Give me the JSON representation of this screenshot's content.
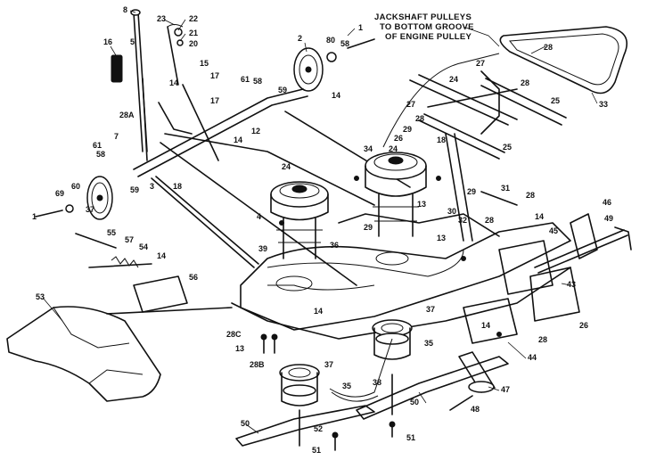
{
  "note": {
    "line1": "JACKSHAFT PULLEYS",
    "line2": "TO BOTTOM GROOVE",
    "line3": "OF ENGINE PULLEY"
  },
  "callouts": [
    {
      "id": "c8",
      "text": "8"
    },
    {
      "id": "c23",
      "text": "23"
    },
    {
      "id": "c22",
      "text": "22"
    },
    {
      "id": "c21",
      "text": "21"
    },
    {
      "id": "c20",
      "text": "20"
    },
    {
      "id": "c16",
      "text": "16"
    },
    {
      "id": "c5",
      "text": "5"
    },
    {
      "id": "c15",
      "text": "15"
    },
    {
      "id": "c14a",
      "text": "14"
    },
    {
      "id": "c17a",
      "text": "17"
    },
    {
      "id": "c17b",
      "text": "17"
    },
    {
      "id": "c61a",
      "text": "61"
    },
    {
      "id": "c58a",
      "text": "58"
    },
    {
      "id": "c59a",
      "text": "59"
    },
    {
      "id": "c28a",
      "text": "28A"
    },
    {
      "id": "c7",
      "text": "7"
    },
    {
      "id": "c61b",
      "text": "61"
    },
    {
      "id": "c58b",
      "text": "58"
    },
    {
      "id": "c3",
      "text": "3"
    },
    {
      "id": "c18",
      "text": "18"
    },
    {
      "id": "c14b",
      "text": "14"
    },
    {
      "id": "c69a",
      "text": "69"
    },
    {
      "id": "c60",
      "text": "60"
    },
    {
      "id": "c59b",
      "text": "59"
    },
    {
      "id": "c1a",
      "text": "1"
    },
    {
      "id": "c37a",
      "text": "37"
    },
    {
      "id": "c2",
      "text": "2"
    },
    {
      "id": "c80",
      "text": "80"
    },
    {
      "id": "c58c",
      "text": "58"
    },
    {
      "id": "c1b",
      "text": "1"
    },
    {
      "id": "c14c",
      "text": "14"
    },
    {
      "id": "c12",
      "text": "12"
    },
    {
      "id": "c24a",
      "text": "24"
    },
    {
      "id": "c24b",
      "text": "24"
    },
    {
      "id": "c24c",
      "text": "24"
    },
    {
      "id": "c27a",
      "text": "27"
    },
    {
      "id": "c28b",
      "text": "28"
    },
    {
      "id": "c28c",
      "text": "28"
    },
    {
      "id": "c33",
      "text": "33"
    },
    {
      "id": "c25a",
      "text": "25"
    },
    {
      "id": "c25b",
      "text": "25"
    },
    {
      "id": "c27b",
      "text": "27"
    },
    {
      "id": "c29a",
      "text": "29"
    },
    {
      "id": "c28d",
      "text": "28"
    },
    {
      "id": "c26",
      "text": "26"
    },
    {
      "id": "c34",
      "text": "34"
    },
    {
      "id": "c18b",
      "text": "18"
    },
    {
      "id": "c29b",
      "text": "29"
    },
    {
      "id": "c31",
      "text": "31"
    },
    {
      "id": "c28e",
      "text": "28"
    },
    {
      "id": "c30",
      "text": "30"
    },
    {
      "id": "c32",
      "text": "32"
    },
    {
      "id": "c28f",
      "text": "28"
    },
    {
      "id": "c13a",
      "text": "13"
    },
    {
      "id": "c13b",
      "text": "13"
    },
    {
      "id": "c36",
      "text": "36"
    },
    {
      "id": "c4",
      "text": "4"
    },
    {
      "id": "c29c",
      "text": "29"
    },
    {
      "id": "c39",
      "text": "39"
    },
    {
      "id": "c55",
      "text": "55"
    },
    {
      "id": "c57",
      "text": "57"
    },
    {
      "id": "c54",
      "text": "54"
    },
    {
      "id": "c14d",
      "text": "14"
    },
    {
      "id": "c56",
      "text": "56"
    },
    {
      "id": "c53",
      "text": "53"
    },
    {
      "id": "c46",
      "text": "46"
    },
    {
      "id": "c49",
      "text": "49"
    },
    {
      "id": "c45",
      "text": "45"
    },
    {
      "id": "c14e",
      "text": "14"
    },
    {
      "id": "c43",
      "text": "43"
    },
    {
      "id": "c14f",
      "text": "14"
    },
    {
      "id": "c26b",
      "text": "26"
    },
    {
      "id": "c44",
      "text": "44"
    },
    {
      "id": "c28g",
      "text": "28"
    },
    {
      "id": "c37b",
      "text": "37"
    },
    {
      "id": "c35a",
      "text": "35"
    },
    {
      "id": "c14g",
      "text": "14"
    },
    {
      "id": "c28c2",
      "text": "28C"
    },
    {
      "id": "c13c",
      "text": "13"
    },
    {
      "id": "c28b2",
      "text": "28B"
    },
    {
      "id": "c37c",
      "text": "37"
    },
    {
      "id": "c38",
      "text": "38"
    },
    {
      "id": "c35b",
      "text": "35"
    },
    {
      "id": "c50a",
      "text": "50"
    },
    {
      "id": "c50b",
      "text": "50"
    },
    {
      "id": "c52",
      "text": "52"
    },
    {
      "id": "c51a",
      "text": "51"
    },
    {
      "id": "c51b",
      "text": "51"
    },
    {
      "id": "c47",
      "text": "47"
    },
    {
      "id": "c48",
      "text": "48"
    }
  ]
}
